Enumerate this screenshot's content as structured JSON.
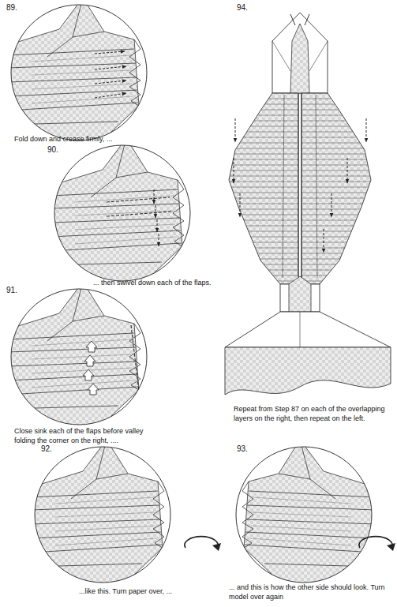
{
  "diagram": {
    "labels": [
      "89.",
      "Fold down and crease firmly, ...",
      "90.",
      "... then swivel down each of the flaps.",
      "91.",
      "Close sink each of the flaps before valley folding the corner on the right, ....",
      "92.",
      "...like this. Turn paper over, ...",
      "93.",
      "... and this is how the other side should look. Turn model over again",
      "94.",
      "Repeat from Step 87 on each of the overlapping layers on the right, then repeat on the left."
    ]
  }
}
